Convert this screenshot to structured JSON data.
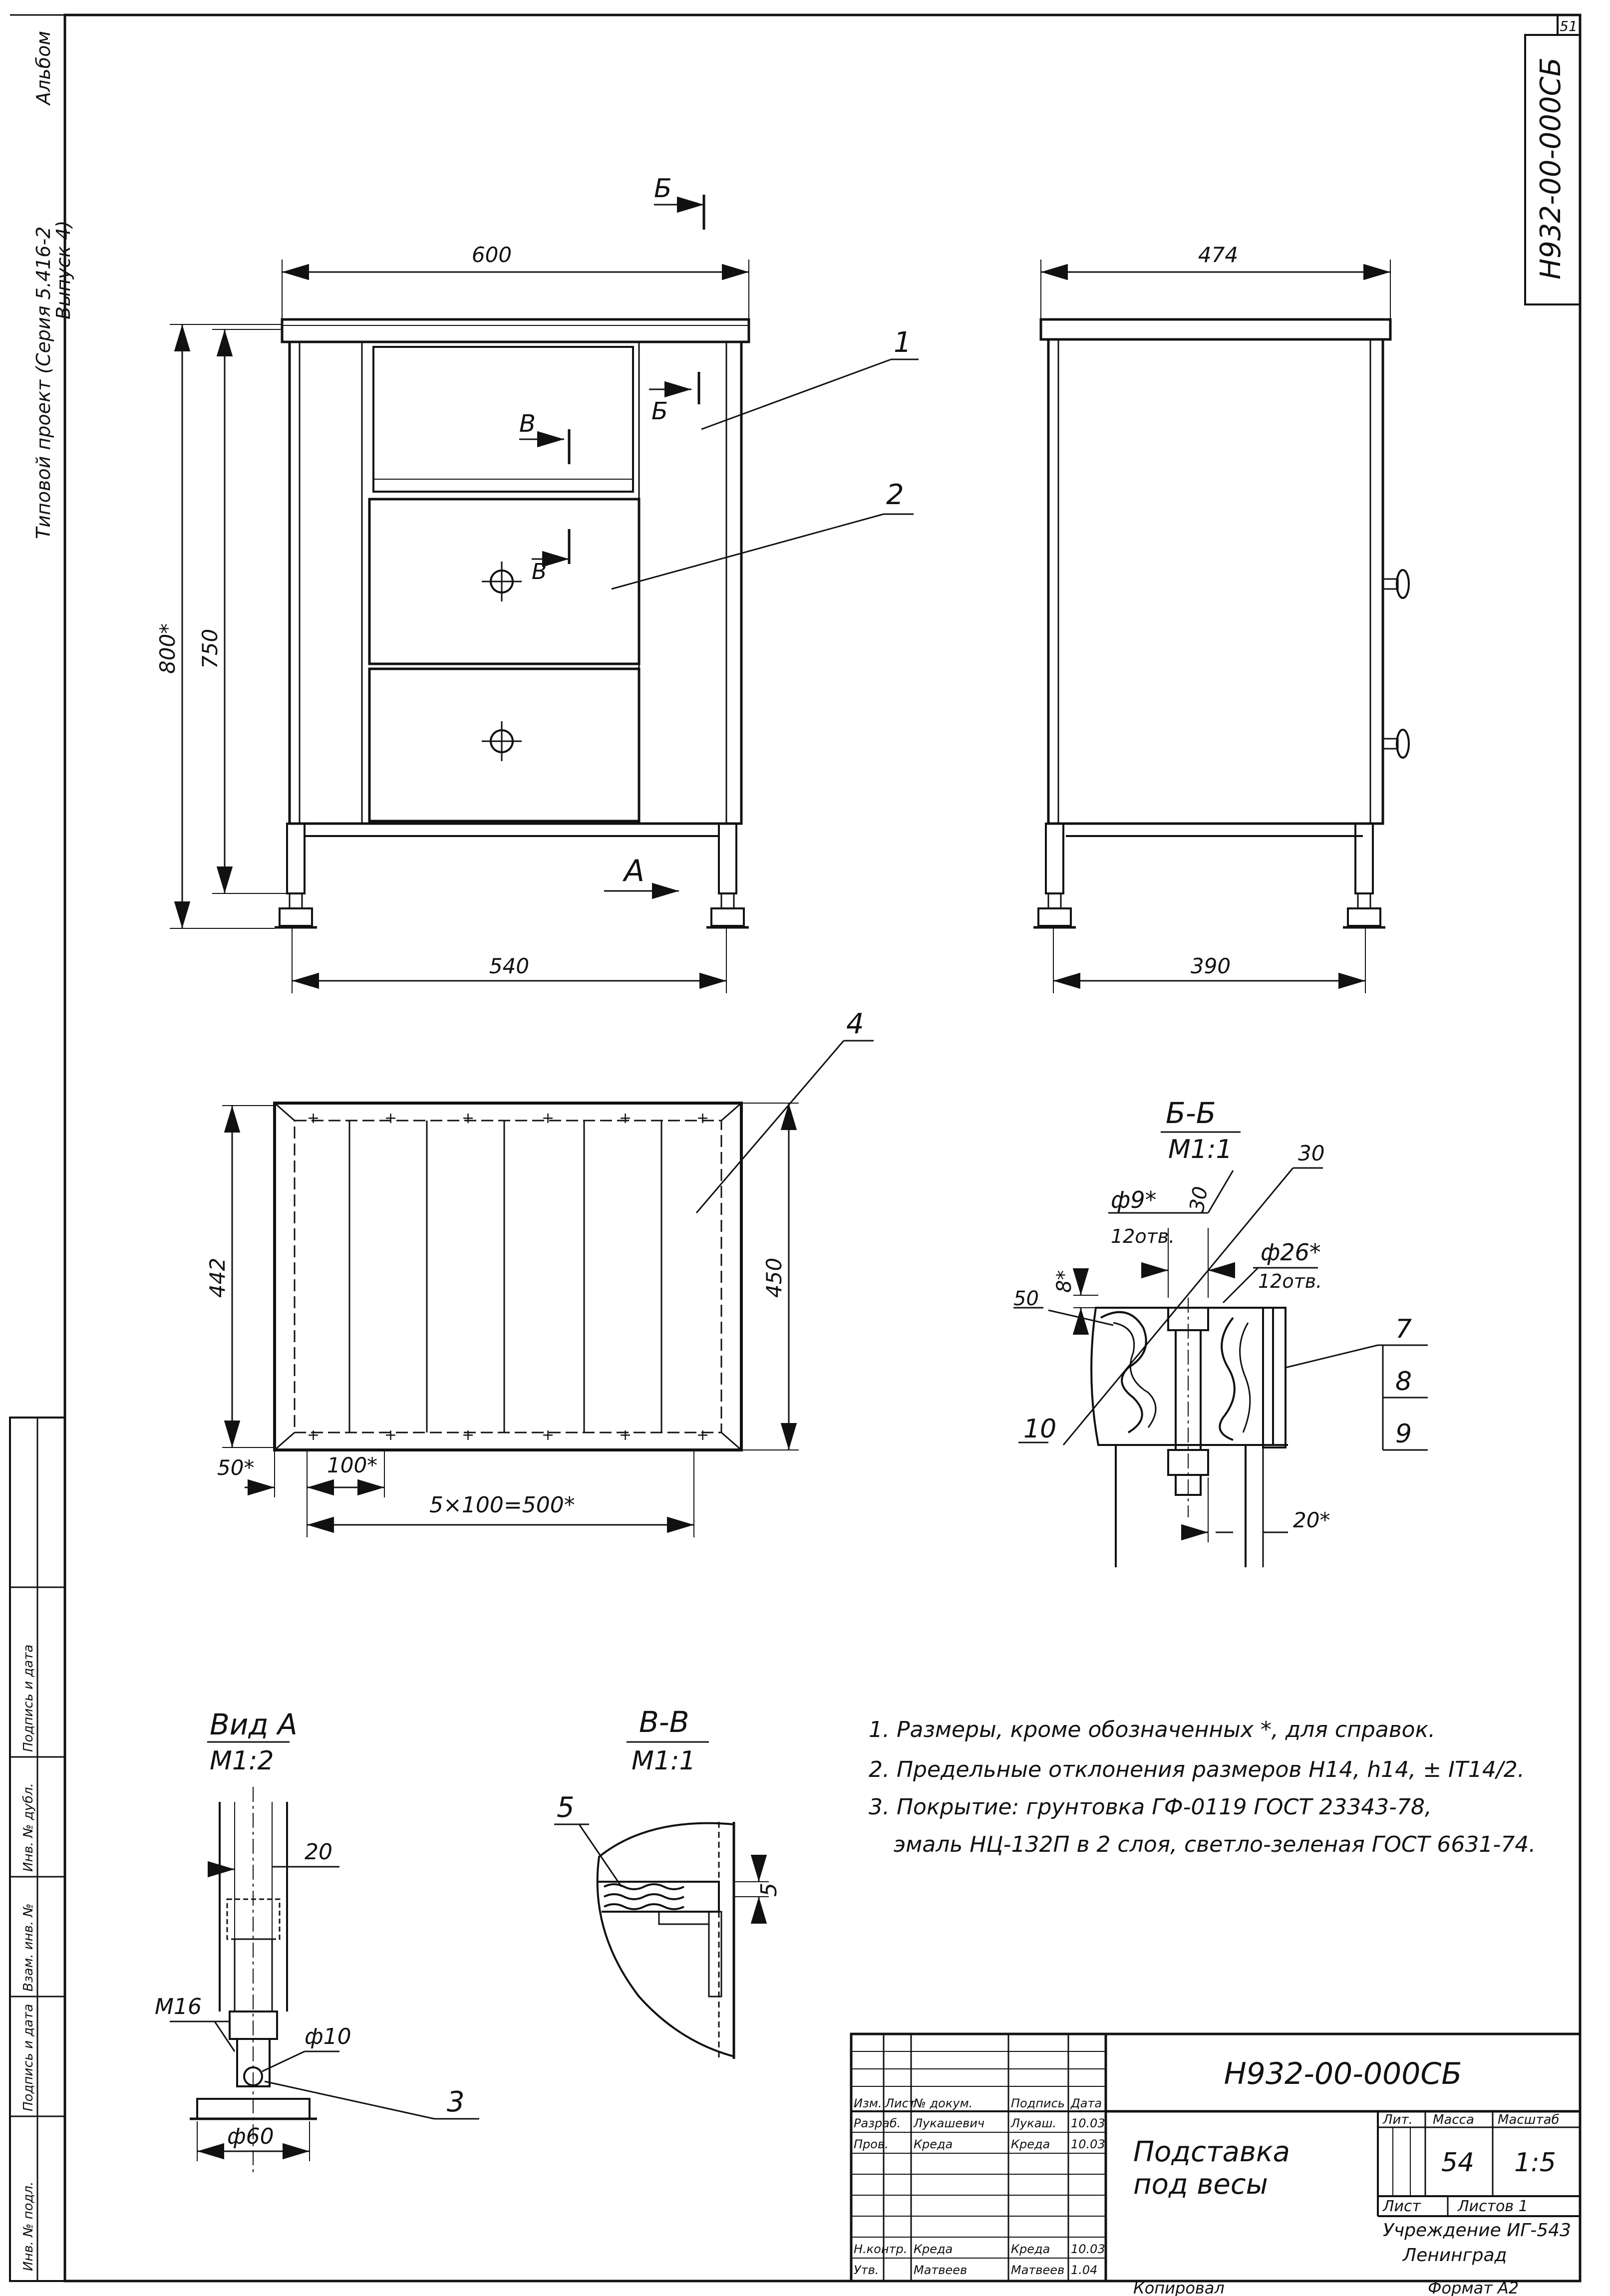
{
  "sheet_number": "51",
  "drawing_code_vertical": "Н932-00-000СБ",
  "side_strip": {
    "album": "Альбом",
    "project_line1": "Типовой проект (Серия 5.416-2",
    "project_line2": "Выпуск 4)"
  },
  "front_view": {
    "width_top": "600",
    "width_bottom": "540",
    "height_total": "800*",
    "height_body": "750",
    "view_arrow": "А",
    "section_b_top": "Б",
    "section_b_mid": "Б",
    "section_v_top": "В",
    "section_v_mid": "В",
    "callout_1": "1",
    "callout_2": "2"
  },
  "side_view": {
    "width_top": "474",
    "width_bottom": "390"
  },
  "plan_view": {
    "callout_4": "4",
    "depth_inner": "442",
    "depth_outer": "450",
    "offset_left": "50*",
    "pitch": "100*",
    "total_pitch": "5×100=500*"
  },
  "section_bb": {
    "title": "Б-Б",
    "scale": "М1:1",
    "weld_30_a": "30",
    "weld_30_b": "30",
    "hole_small": "ф9*",
    "hole_small_note": "12отв.",
    "hole_large": "ф26*",
    "hole_large_note": "12отв.",
    "dim_8": "8*",
    "weld_50": "50",
    "callout_7": "7",
    "callout_8": "8",
    "callout_9": "9",
    "callout_10": "10",
    "dim_20": "20*"
  },
  "view_a": {
    "title": "Вид А",
    "scale": "М1:2",
    "dim_20": "20",
    "thread": "М16",
    "dia_10": "ф10",
    "dia_60": "ф60",
    "callout_3": "3"
  },
  "section_vv": {
    "title": "В-В",
    "scale": "М1:1",
    "callout_5": "5",
    "dim_5": "5"
  },
  "notes": [
    "1. Размеры, кроме обозначенных *, для справок.",
    "2. Предельные отклонения размеров Н14, h14, ± IT14/2.",
    "3. Покрытие: грунтовка ГФ-0119 ГОСТ 23343-78,",
    "эмаль НЦ-132П в 2 слоя, светло-зеленая ГОСТ 6631-74."
  ],
  "title_block": {
    "designation": "Н932-00-000СБ",
    "name_line1": "Подставка",
    "name_line2": "под весы",
    "header_lit": "Лит.",
    "header_mass": "Масса",
    "header_scale": "Масштаб",
    "mass_value": "54",
    "scale_value": "1:5",
    "sheet_label": "Лист",
    "sheets_label": "Листов 1",
    "organization_line1": "Учреждение ИГ-543",
    "organization_line2": "Ленинград",
    "rows": [
      {
        "role": "Изм.",
        "sheet": "Лист",
        "doc": "№ докум.",
        "sign": "Подпись",
        "date": "Дата"
      },
      {
        "role": "Разраб.",
        "sheet": "",
        "doc": "Лукашевич",
        "sign": "Лукаш.",
        "date": "10.03"
      },
      {
        "role": "Пров.",
        "sheet": "",
        "doc": "Креда",
        "sign": "Креда",
        "date": "10.03"
      },
      {
        "role": "Н.контр.",
        "sheet": "",
        "doc": "Креда",
        "sign": "Креда",
        "date": "10.03"
      },
      {
        "role": "Утв.",
        "sheet": "",
        "doc": "Матвеев",
        "sign": "Матвеев",
        "date": "1.04"
      }
    ]
  },
  "left_stamp_columns": [
    "Инв. № подл.",
    "Подпись и дата",
    "Взам. инв. №",
    "Инв. № дубл.",
    "Подпись и дата"
  ],
  "copied_by": "Копировал",
  "format": "Формат А2"
}
